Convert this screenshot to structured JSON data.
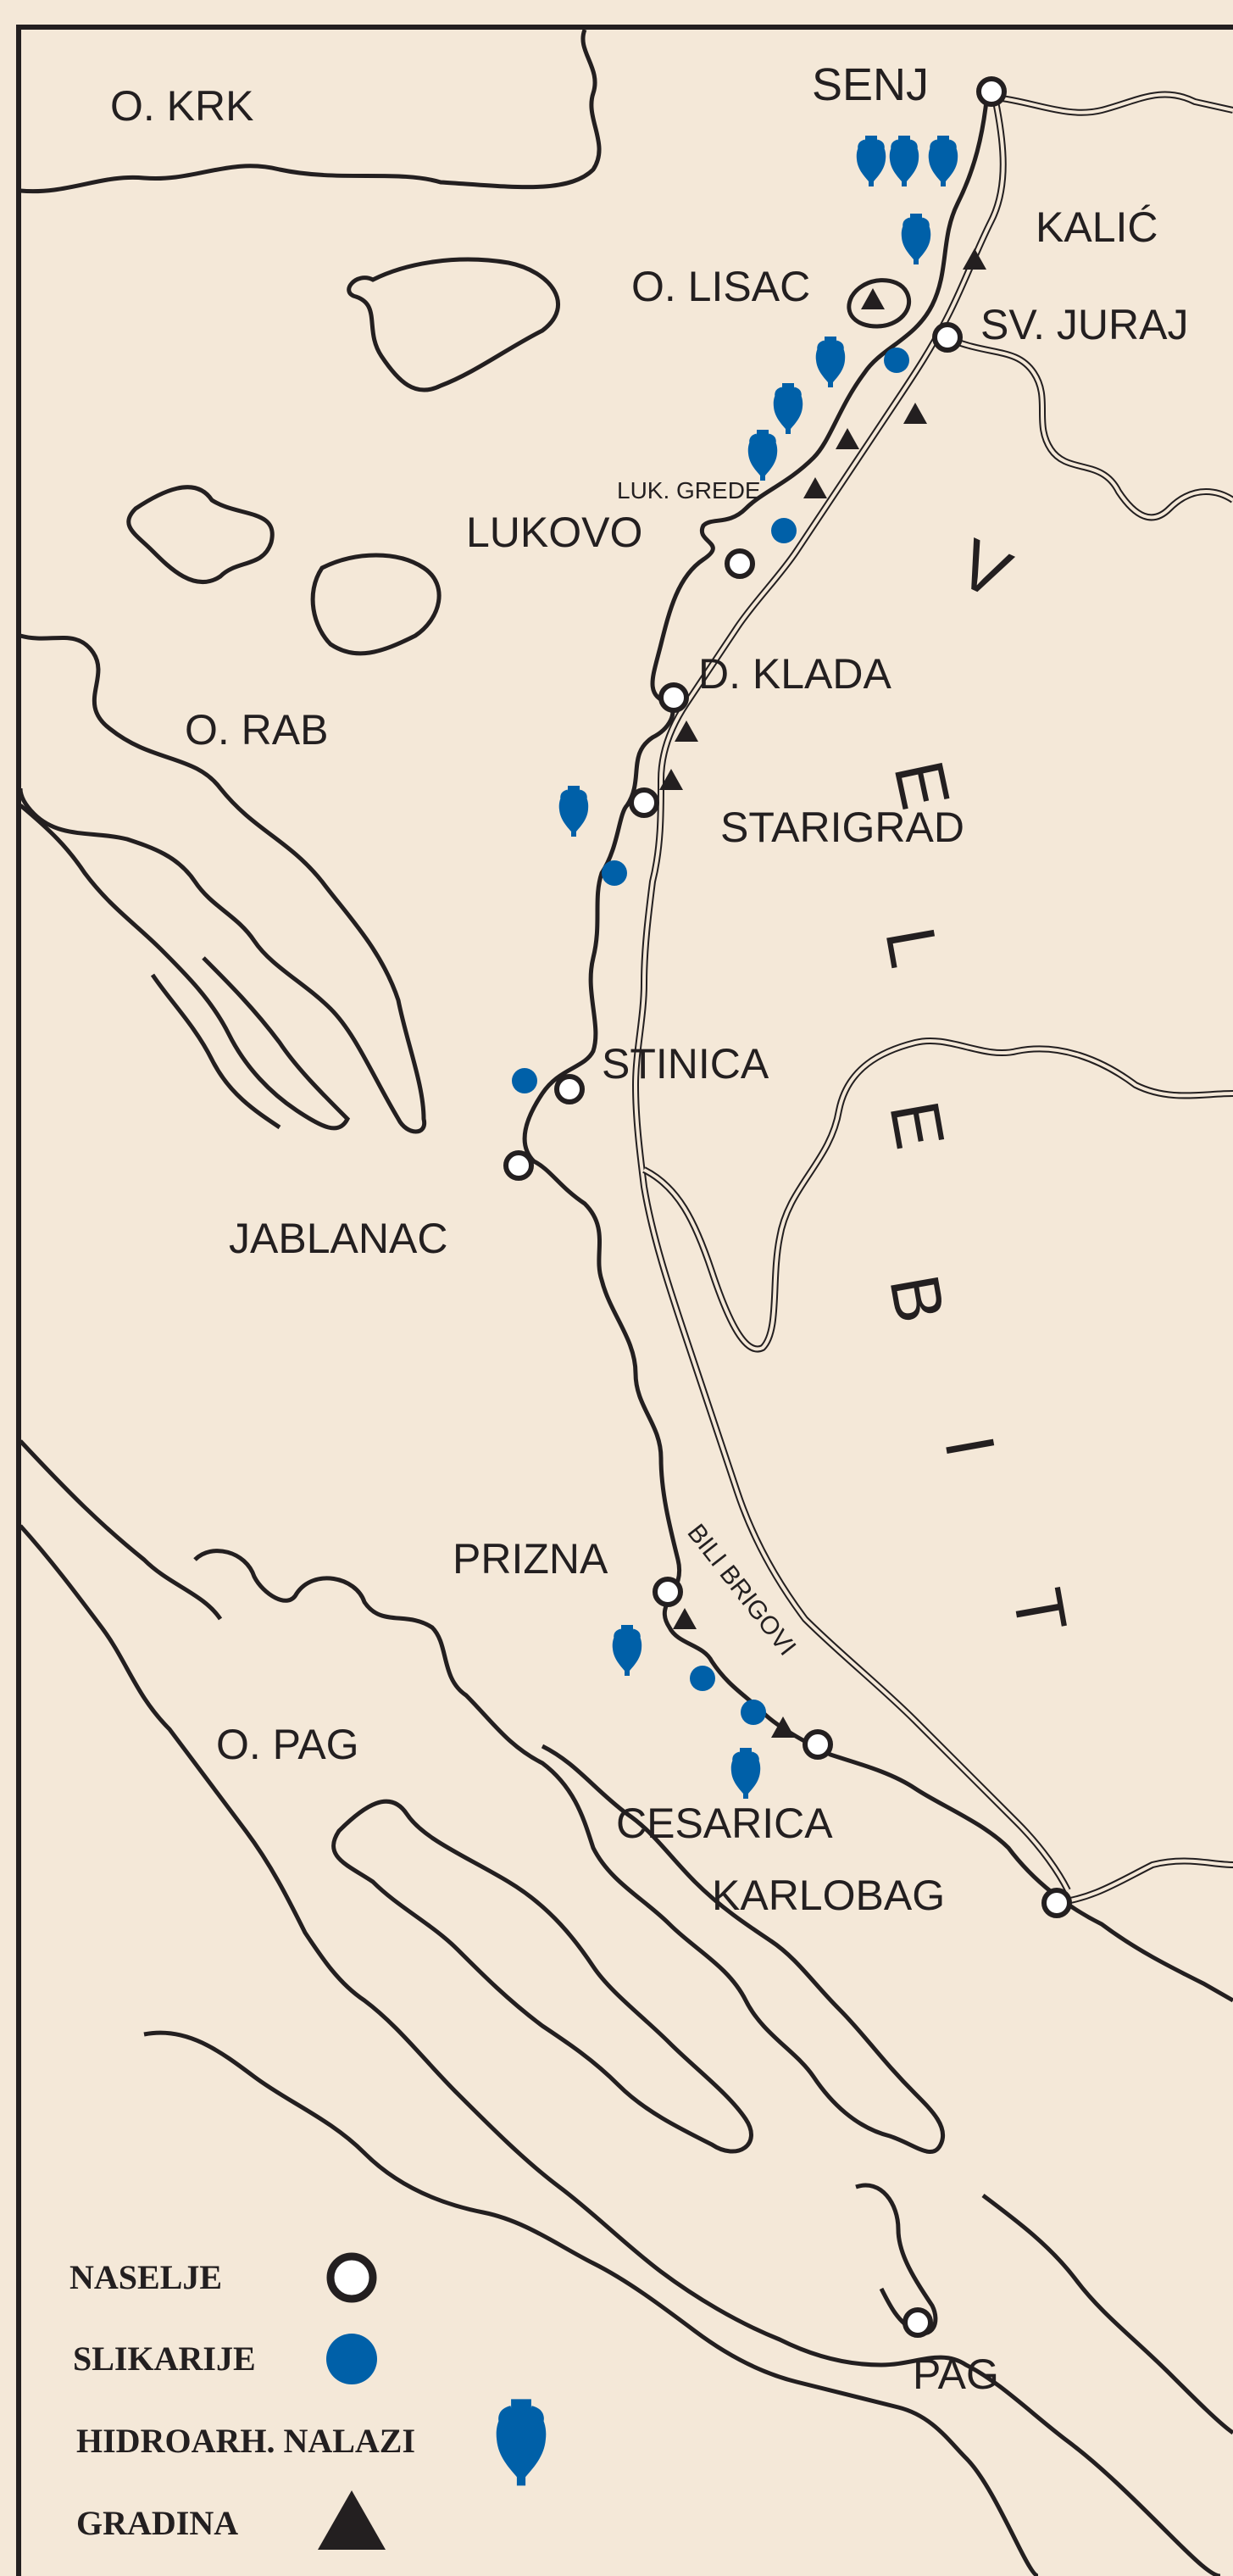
{
  "colors": {
    "background": "#f4e8d8",
    "land_line": "#231f20",
    "settlement_fill": "#ffffff",
    "blue_marker": "#0060a8",
    "triangle": "#231f20",
    "road": "#231f20"
  },
  "places": {
    "krk": "O. KRK",
    "senj": "SENJ",
    "kalic": "KALIĆ",
    "lisac": "O. LISAC",
    "sv_juraj": "SV. JURAJ",
    "luk_grede": "LUK. GREDE",
    "lukovo": "LUKOVO",
    "d_klada": "D. KLADA",
    "rab": "O. RAB",
    "starigrad": "STARIGRAD",
    "stinica": "STINICA",
    "jablanac": "JABLANAC",
    "prizna": "PRIZNA",
    "bili_brigovi": "BILI BRIGOVI",
    "pag_island": "O. PAG",
    "cesarica": "CESARICA",
    "karlobag": "KARLOBAG",
    "pag": "PAG"
  },
  "mountain": {
    "letters": [
      "V",
      "E",
      "L",
      "E",
      "B",
      "I",
      "T"
    ]
  },
  "legend": {
    "naselje": "NASELJE",
    "slikarije": "SLIKARIJE",
    "hidroarh": "HIDROARH. NALAZI",
    "gradina": "GRADINA"
  },
  "icons": {
    "settlement": "settlement-ring-icon",
    "painting": "blue-dot-icon",
    "amphora": "amphora-icon",
    "hillfort": "triangle-icon"
  }
}
